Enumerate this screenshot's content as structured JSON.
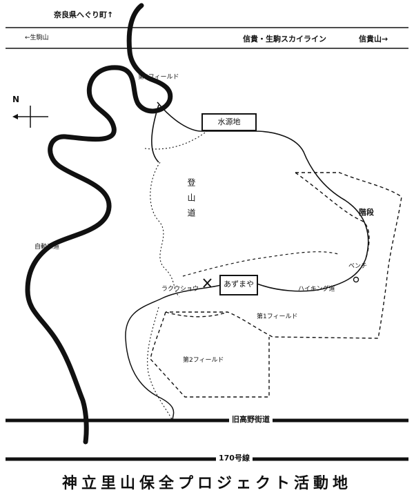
{
  "map": {
    "title": "神立里山保全プロジェクト活動地",
    "compass": {
      "label": "N"
    },
    "roads": {
      "top_left_label": "←生駒山",
      "top_center_label": "信貴・生駒スカイライン",
      "top_right_label": "信貴山→",
      "nara_label": "奈良県へぐり町↑",
      "old_road": "旧高野街道",
      "route170": "170号線",
      "auto_road": "自動車道"
    },
    "places": {
      "suigen": "水源地",
      "azumaya": "あずまや",
      "tozando": "登山道",
      "kaidan": "階段",
      "bench": "ベンチ",
      "hiking": "ハイキング道",
      "rakushou": "ラクウショウ",
      "field1": "第1フィールド",
      "field2": "第2フィールド",
      "field4": "第4フィールド"
    }
  }
}
